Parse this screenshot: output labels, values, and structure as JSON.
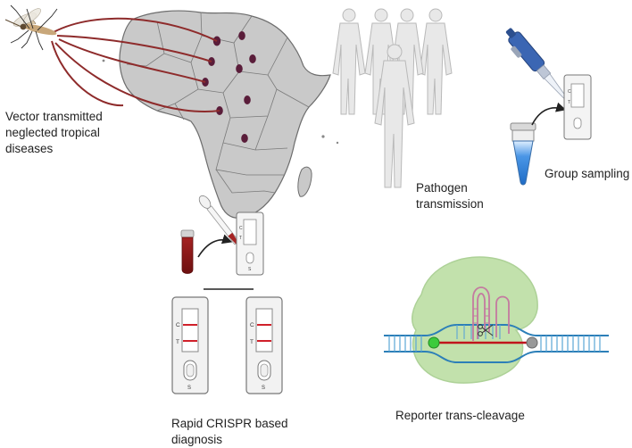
{
  "labels": {
    "vector_line1": "Vector transmitted",
    "vector_line2": "neglected tropical",
    "vector_line3": "diseases",
    "pathogen_line1": "Pathogen",
    "pathogen_line2": "transmission",
    "group_sampling": "Group sampling",
    "crispr_line1": "Rapid CRISPR based",
    "crispr_line2": "diagnosis",
    "reporter": "Reporter trans-cleavage"
  },
  "strip_marks": {
    "control": "C",
    "test": "T",
    "sample": "S"
  },
  "colors": {
    "map_fill": "#c9c9c9",
    "map_border": "#6d6d6d",
    "hotspot": "#5a1d3a",
    "transmission_line": "#8e2b2b",
    "silhouette": "#e8e8e8",
    "pipette_blue": "#3b66b3",
    "tube_blue": "#2f7fd8",
    "blood_red": "#8b1a1a",
    "test_line": "#d0202a",
    "cas_complex": "#bfe0a8",
    "rna_pink": "#c47aa0",
    "dna_blue": "#2c7fb8",
    "fluorophore": "#3ccb3c",
    "quencher": "#999999"
  },
  "icons": [
    "mosquito-icon",
    "africa-map",
    "people-silhouettes",
    "pipette-icon",
    "sample-tube-icon",
    "blood-tube-icon",
    "lateral-flow-strip-icon",
    "cas-complex-icon",
    "scissors-icon"
  ]
}
